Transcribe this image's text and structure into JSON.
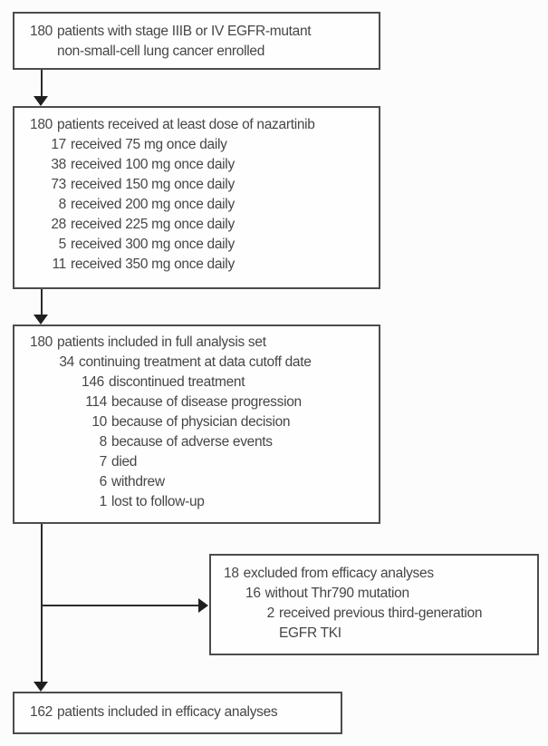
{
  "palette": {
    "box_border": "#4c4c4e",
    "text": "#46464a",
    "arrow": "#1f1f1f",
    "background": "#fcfcfc"
  },
  "boxes": {
    "enrolled": {
      "lines": [
        {
          "num": "180",
          "text": "patients with stage IIIB or IV EGFR-mutant"
        },
        {
          "num": "",
          "text": "non-small-cell lung cancer enrolled"
        }
      ]
    },
    "dosing": {
      "lines": [
        {
          "num": "180",
          "text": "patients received at least dose of nazartinib"
        },
        {
          "num": "17",
          "text": "received 75 mg once daily"
        },
        {
          "num": "38",
          "text": "received 100 mg once daily"
        },
        {
          "num": "73",
          "text": "received 150 mg once daily"
        },
        {
          "num": "8",
          "text": "received 200 mg once daily"
        },
        {
          "num": "28",
          "text": "received 225 mg once daily"
        },
        {
          "num": "5",
          "text": "received 300 mg once daily"
        },
        {
          "num": "11",
          "text": "received 350 mg once daily"
        }
      ]
    },
    "full_analysis": {
      "lines": [
        {
          "num": "180",
          "text": "patients included in full analysis set"
        },
        {
          "num": "34",
          "text": "continuing treatment at data cutoff date"
        },
        {
          "num": "146",
          "text": "discontinued treatment"
        },
        {
          "num": "114",
          "text": "because of disease progression"
        },
        {
          "num": "10",
          "text": "because of physician decision"
        },
        {
          "num": "8",
          "text": "because of adverse events"
        },
        {
          "num": "7",
          "text": "died"
        },
        {
          "num": "6",
          "text": "withdrew"
        },
        {
          "num": "1",
          "text": "lost to follow-up"
        }
      ]
    },
    "excluded": {
      "lines": [
        {
          "num": "18",
          "text": "excluded from efficacy analyses"
        },
        {
          "num": "16",
          "text": "without Thr790 mutation"
        },
        {
          "num": "2",
          "text": "received previous third-generation"
        },
        {
          "num": "",
          "text": "EGFR TKI"
        }
      ]
    },
    "efficacy": {
      "lines": [
        {
          "num": "162",
          "text": "patients included in efficacy analyses"
        }
      ]
    }
  }
}
